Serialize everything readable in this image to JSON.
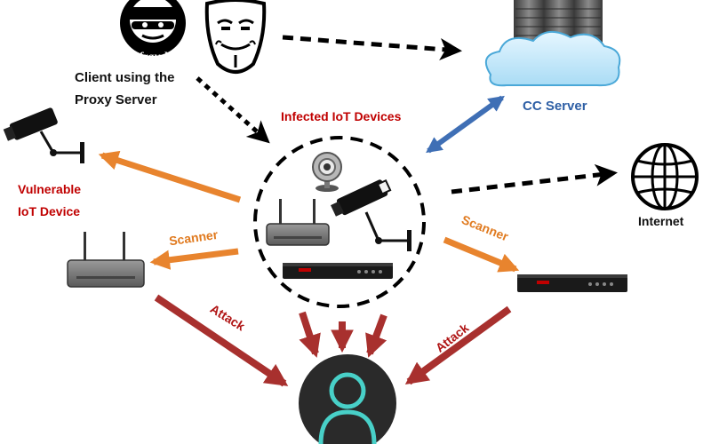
{
  "labels": {
    "fraud": "fraud",
    "client_line1": "Client using the",
    "client_line2": "Proxy Server",
    "infected": "Infected IoT Devices",
    "cc_server": "CC Server",
    "vulnerable_line1": "Vulnerable",
    "vulnerable_line2": "IoT Device",
    "internet": "Internet",
    "scanner_left": "Scanner",
    "scanner_right": "Scanner",
    "attack_left": "Attack",
    "attack_right": "Attack"
  },
  "colors": {
    "label_dark": "#111111",
    "label_red": "#c00000",
    "label_blue": "#2e5fa5",
    "label_orange": "#e07a1f",
    "label_attack": "#b01515",
    "arrow_orange": "#e8842e",
    "arrow_red": "#a8302e",
    "arrow_blue": "#3f6fb5",
    "arrow_black": "#000000",
    "victim_ring": "#48d0c8",
    "victim_bg": "#2a2a2a"
  },
  "icons": {
    "hacker": "hacker-mask-icon",
    "guy_fawkes": "guy-fawkes-mask-icon",
    "server": "server-cloud-icon",
    "camera": "security-camera-icon",
    "webcam": "webcam-icon",
    "router": "wifi-router-icon",
    "dvr": "dvr-box-icon",
    "globe": "globe-icon",
    "victim": "user-icon"
  }
}
